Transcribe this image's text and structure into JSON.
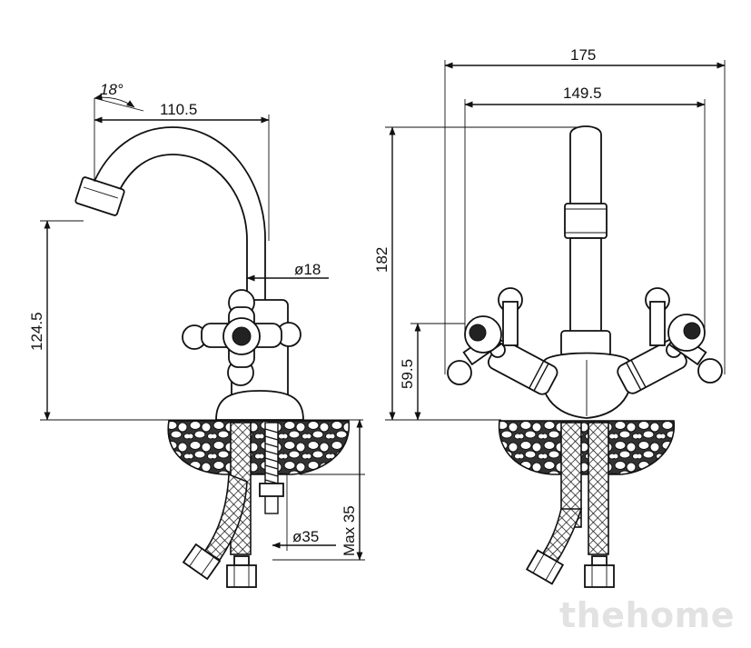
{
  "dimensions": {
    "spout_angle": "18°",
    "spout_reach": "110.5",
    "spout_diameter": "ø18",
    "spout_height": "124.5",
    "base_diameter": "ø35",
    "max_thickness": "Max 35",
    "overall_width": "175",
    "handle_span": "149.5",
    "overall_height": "182",
    "handle_height": "59.5"
  },
  "watermark": "thehome",
  "colors": {
    "line": "#111111",
    "background": "#ffffff",
    "watermark": "#e2e2e2"
  }
}
